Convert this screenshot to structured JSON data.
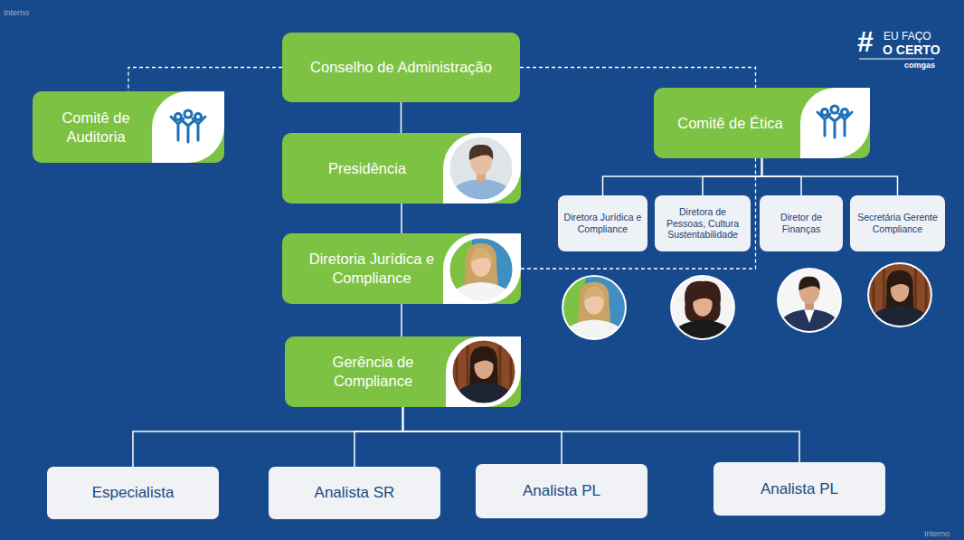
{
  "diagram": {
    "nodes": [
      {
        "text": [
          "Conselho de Administração"
        ]
      },
      {
        "text": [
          "Comitê de Auditoria"
        ]
      },
      {
        "text": [
          "Presidência"
        ]
      },
      {
        "text": [
          "Diretoria Jurídica e Compliance"
        ]
      },
      {
        "text": [
          "Gerência de Compliance"
        ]
      },
      {
        "text": [
          "Comitê de Ética"
        ]
      },
      {
        "text": [
          "Diretora Jurídica e Compliance"
        ]
      },
      {
        "text": [
          "Diretora de Pessoas, Cultura Sustentabilidade"
        ]
      },
      {
        "text": [
          "Diretor de Finanças"
        ]
      },
      {
        "text": [
          "Secretária Gerente Compliance"
        ]
      },
      {
        "text": [
          "Especialista"
        ]
      },
      {
        "text": [
          "Analista SR"
        ]
      },
      {
        "text": [
          "Analista PL"
        ]
      },
      {
        "text": [
          "Analista PL"
        ]
      }
    ],
    "edges": [
      {
        "from": 0,
        "to": 1,
        "arrow": "none"
      },
      {
        "from": 0,
        "to": 2,
        "arrow": "none"
      },
      {
        "from": 0,
        "to": 5,
        "arrow": "none"
      },
      {
        "from": 2,
        "to": 3,
        "arrow": "none"
      },
      {
        "from": 3,
        "to": 4,
        "arrow": "none"
      },
      {
        "from": 3,
        "to": 5,
        "arrow": "none"
      },
      {
        "from": 4,
        "to": 10,
        "arrow": "none"
      },
      {
        "from": 4,
        "to": 11,
        "arrow": "none"
      },
      {
        "from": 4,
        "to": 12,
        "arrow": "none"
      },
      {
        "from": 4,
        "to": 13,
        "arrow": "none"
      },
      {
        "from": 5,
        "to": 6,
        "arrow": "none"
      },
      {
        "from": 5,
        "to": 7,
        "arrow": "none"
      },
      {
        "from": 5,
        "to": 8,
        "arrow": "none"
      },
      {
        "from": 5,
        "to": 9,
        "arrow": "none"
      }
    ],
    "labels": [
      "Interno",
      "#",
      "EU FAÇO",
      "O CERTO",
      "comgas",
      "Interno"
    ]
  }
}
